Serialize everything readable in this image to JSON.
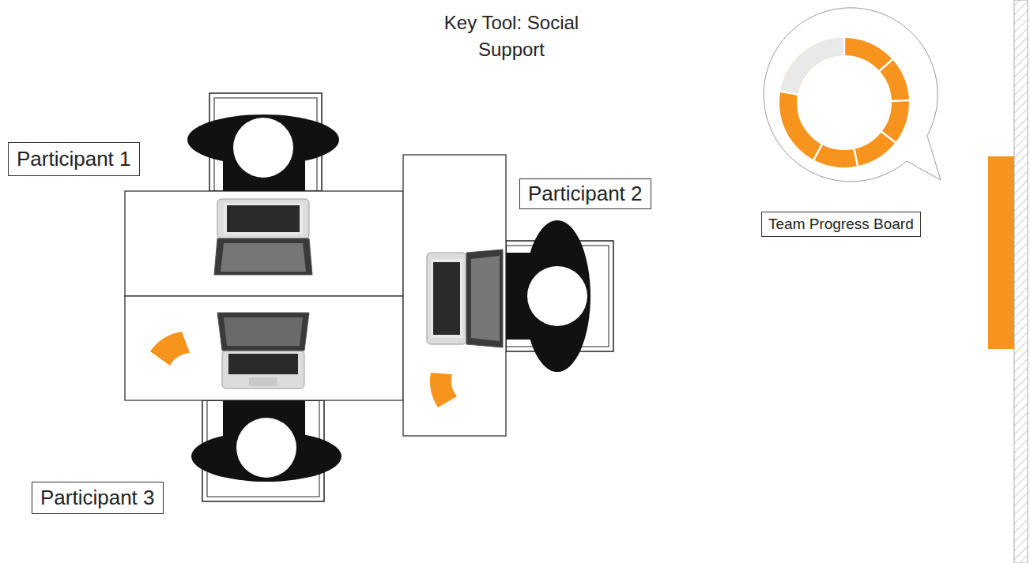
{
  "diagram": {
    "title": "Key Tool: Social Support",
    "nodes": [
      {
        "text": [
          "Participant 1"
        ]
      },
      {
        "text": [
          "Participant 2"
        ]
      },
      {
        "text": [
          "Participant 3"
        ]
      },
      {
        "text": [
          "Team Progress Board"
        ]
      }
    ]
  }
}
